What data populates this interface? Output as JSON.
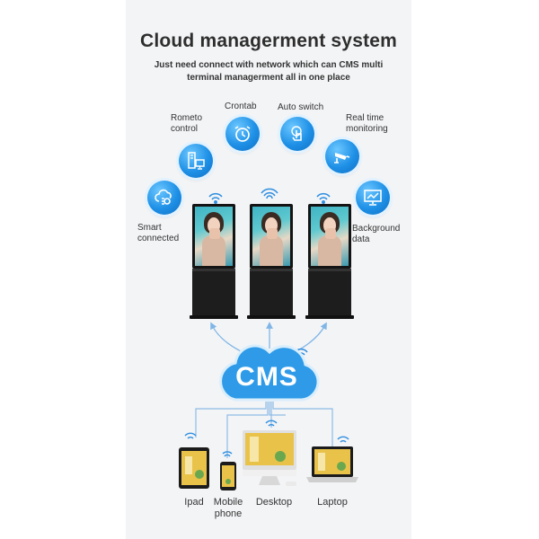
{
  "header": {
    "title": "Cloud managerment system",
    "subtitle_line1": "Just need connect with network which can CMS multi",
    "subtitle_line2": "terminal managerment all in one place"
  },
  "features": [
    {
      "label_line1": "Smart",
      "label_line2": "connected",
      "icon": "cloud-settings-icon"
    },
    {
      "label_line1": "Rometo",
      "label_line2": "control",
      "icon": "remote-desktop-icon"
    },
    {
      "label_line1": "Crontab",
      "label_line2": "",
      "icon": "alarm-clock-icon"
    },
    {
      "label_line1": "Auto switch",
      "label_line2": "",
      "icon": "hand-tap-icon"
    },
    {
      "label_line1": "Real time",
      "label_line2": "monitoring",
      "icon": "cctv-camera-icon"
    },
    {
      "label_line1": "Background",
      "label_line2": "data",
      "icon": "monitor-chart-icon"
    }
  ],
  "cms": {
    "label": "CMS"
  },
  "devices": [
    {
      "label_line1": "Ipad",
      "label_line2": ""
    },
    {
      "label_line1": "Mobile",
      "label_line2": "phone"
    },
    {
      "label_line1": "Desktop",
      "label_line2": ""
    },
    {
      "label_line1": "Laptop",
      "label_line2": ""
    }
  ],
  "colors": {
    "accent": "#1e90e6",
    "cloud": "#2f9be8",
    "line": "#7fb6e6"
  }
}
